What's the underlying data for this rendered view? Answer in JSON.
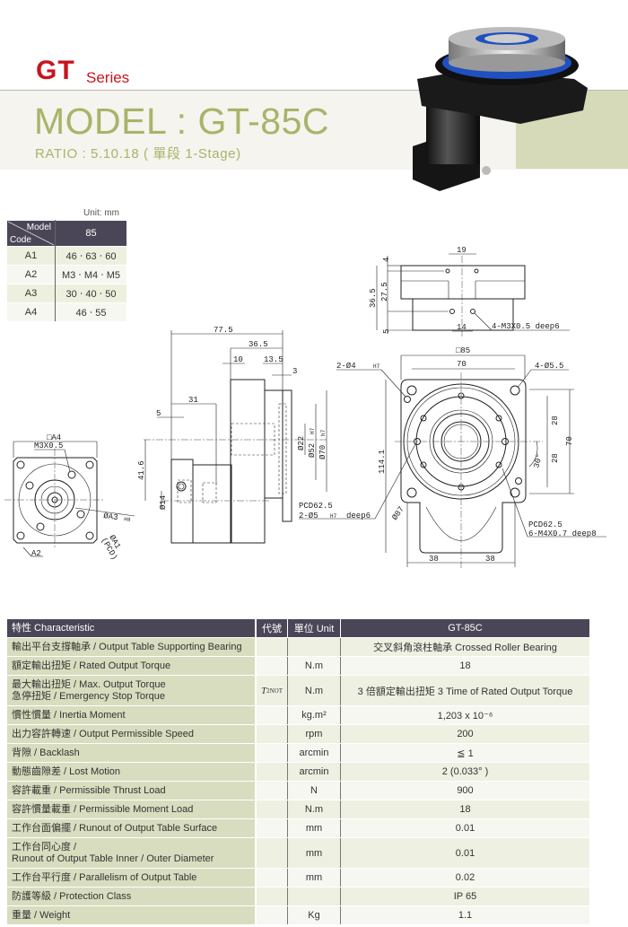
{
  "header": {
    "series_code": "GT",
    "series_label": "Series",
    "model": "MODEL : GT-85C",
    "ratio": "RATIO : 5.10.18 ( 單段 1-Stage)"
  },
  "colors": {
    "brand_red": "#c8141c",
    "olive": "#a8b46a",
    "table_header": "#4b4657",
    "label_green": "#d9ddbf"
  },
  "code_table": {
    "unit": "Unit: mm",
    "header_model": "Model",
    "header_code": "Code",
    "header_value": "85",
    "rows": [
      {
        "code": "A1",
        "value": "46 ‧ 63 ‧ 60"
      },
      {
        "code": "A2",
        "value": "M3 ‧ M4 ‧ M5"
      },
      {
        "code": "A3",
        "value": "30 ‧ 40 ‧ 50"
      },
      {
        "code": "A4",
        "value": "46 ‧ 55"
      }
    ]
  },
  "drawing": {
    "top": {
      "d19": "19",
      "d4": "4",
      "d36_5": "36.5",
      "d27_5": "27.5",
      "d5": "5",
      "d14": "14",
      "hole": "4-M3X0.5  deep6"
    },
    "side": {
      "d77_5": "77.5",
      "d36_5": "36.5",
      "d10": "10",
      "d13_5": "13.5",
      "d3": "3",
      "d31": "31",
      "d5": "5",
      "d41_6": "41.6",
      "d14": "Ø14",
      "d22": "Ø22",
      "d52": "Ø52",
      "d52_tol": "H7",
      "d70": "Ø70",
      "d70_tol": "h7"
    },
    "front": {
      "sq85": "□85",
      "d70": "70",
      "pin": "2-Ø4",
      "pin_tol": "H7",
      "holes": "4-Ø5.5",
      "d28a": "28",
      "d28b": "28",
      "d70v": "70",
      "ang": "30°",
      "d114": "114.1",
      "d87": "Ø87",
      "pcd1": "PCD62.5",
      "pin2": "2-Ø5",
      "pin2_tol": "H7",
      "pin2_deep": "deep6",
      "pcd2": "PCD62.5",
      "tap": "6-M4X0.7  deep8",
      "d38a": "38",
      "d38b": "38"
    },
    "motor": {
      "sqA4": "□A4",
      "m3": "M3X0.5",
      "a3": "ØA3",
      "a3_tol": "H8",
      "a1": "ØA1",
      "pcd": "(PCD)",
      "a2": "A2"
    }
  },
  "spec_table": {
    "headers": {
      "characteristic": "特性 Characteristic",
      "symbol": "代號",
      "unit": "單位 Unit",
      "value": "GT-85C"
    },
    "rows": [
      {
        "characteristic": [
          "輸出平台支撐軸承 / Output Table Supporting Bearing"
        ],
        "symbol": "",
        "symbol_sub": "",
        "unit": "",
        "value": "交叉斜角滾柱軸承 Crossed Roller Bearing"
      },
      {
        "characteristic": [
          "額定輸出扭矩 / Rated Output Torque"
        ],
        "symbol": "",
        "symbol_sub": "",
        "unit": "N.m",
        "value": "18"
      },
      {
        "characteristic": [
          "最大輸出扭矩 / Max. Output Torque",
          "急停扭矩 / Emergency Stop Torque"
        ],
        "symbol": "T",
        "symbol_sub": "2NOT",
        "unit": "N.m",
        "value": "3 倍額定輸出扭矩 3 Time of Rated Output Torque"
      },
      {
        "characteristic": [
          "慣性慣量 / Inertia Moment"
        ],
        "symbol": "",
        "symbol_sub": "",
        "unit": "kg.m²",
        "value": "1,203 x 10⁻⁶"
      },
      {
        "characteristic": [
          "出力容許轉速 / Output Permissible Speed"
        ],
        "symbol": "",
        "symbol_sub": "",
        "unit": "rpm",
        "value": "200"
      },
      {
        "characteristic": [
          "背隙 / Backlash"
        ],
        "symbol": "",
        "symbol_sub": "",
        "unit": "arcmin",
        "value": "≦ 1"
      },
      {
        "characteristic": [
          "動態齒隙差 / Lost Motion"
        ],
        "symbol": "",
        "symbol_sub": "",
        "unit": "arcmin",
        "value": "2 (0.033° )"
      },
      {
        "characteristic": [
          "容許載重 / Permissible Thrust Load"
        ],
        "symbol": "",
        "symbol_sub": "",
        "unit": "N",
        "value": "900"
      },
      {
        "characteristic": [
          "容許慣量載重 / Permissible Moment Load"
        ],
        "symbol": "",
        "symbol_sub": "",
        "unit": "N.m",
        "value": "18"
      },
      {
        "characteristic": [
          "工作台面偏擺 / Runout of Output Table Surface"
        ],
        "symbol": "",
        "symbol_sub": "",
        "unit": "mm",
        "value": "0.01"
      },
      {
        "characteristic": [
          "工作台同心度 /",
          "Runout of Output Table Inner / Outer Diameter"
        ],
        "symbol": "",
        "symbol_sub": "",
        "unit": "mm",
        "value": "0.01"
      },
      {
        "characteristic": [
          "工作台平行度 / Parallelism of Output Table"
        ],
        "symbol": "",
        "symbol_sub": "",
        "unit": "mm",
        "value": "0.02"
      },
      {
        "characteristic": [
          "防護等級 / Protection Class"
        ],
        "symbol": "",
        "symbol_sub": "",
        "unit": "",
        "value": "IP 65"
      },
      {
        "characteristic": [
          "重量 / Weight"
        ],
        "symbol": "",
        "symbol_sub": "",
        "unit": "Kg",
        "value": "1.1"
      }
    ]
  }
}
